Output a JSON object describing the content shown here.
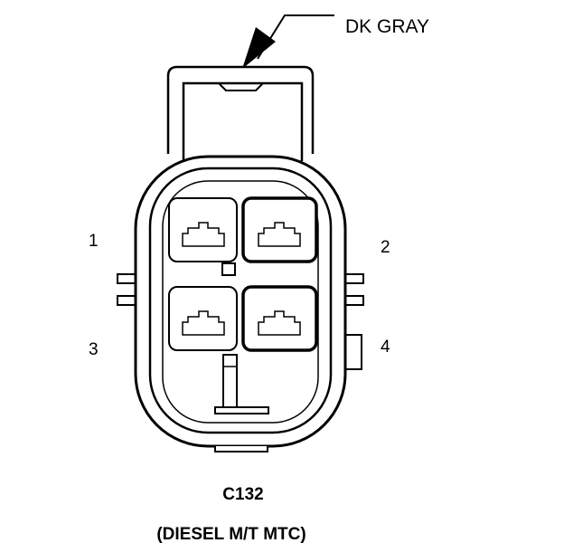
{
  "wire_color_label": "DK GRAY",
  "pins": [
    {
      "number": "1"
    },
    {
      "number": "2"
    },
    {
      "number": "3"
    },
    {
      "number": "4"
    }
  ],
  "connector": {
    "id": "C132",
    "description": "(DIESEL M/T MTC)"
  }
}
